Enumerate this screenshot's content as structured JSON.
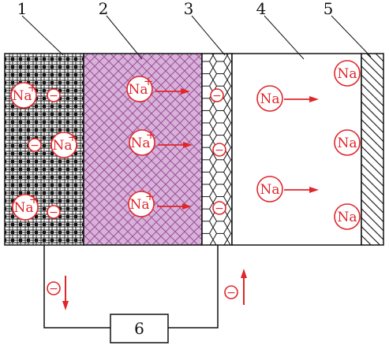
{
  "callouts": [
    "1",
    "2",
    "3",
    "4",
    "5"
  ],
  "load_label": "6",
  "ion_symbol": "Na",
  "cation_sign": "+",
  "electron_sign": "−",
  "colors": {
    "ion_red": "#e0262b",
    "separator_fill": "#d8b2d8",
    "separator_lines": "#9c4f9c",
    "line_black": "#111111"
  }
}
